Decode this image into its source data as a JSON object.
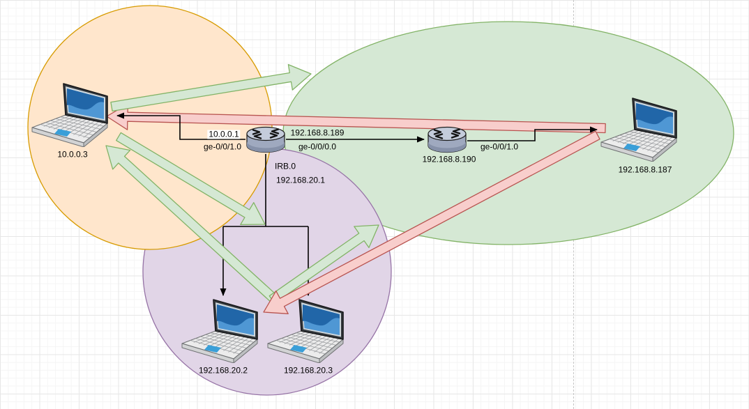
{
  "app": {
    "name": "network-broadcast-diagram"
  },
  "palette": {
    "zone_orange_fill": "#ffe6cc",
    "zone_orange_stroke": "#d79b00",
    "zone_green_fill": "#d5e8d4",
    "zone_green_stroke": "#82b366",
    "zone_purple_fill": "#e1d5e7",
    "zone_purple_stroke": "#9673a6",
    "arrow_green_fill": "#d5e8d4",
    "arrow_green_stroke": "#82b366",
    "arrow_red_fill": "#f8cecc",
    "arrow_red_stroke": "#b85450",
    "link_color": "#000000"
  },
  "nodes": {
    "laptop_top_left": {
      "icon": "laptop-icon",
      "label": "10.0.0.3"
    },
    "laptop_right": {
      "icon": "laptop-icon",
      "label": "192.168.8.187"
    },
    "laptop_bottom_left": {
      "icon": "laptop-icon",
      "label": "192.168.20.2"
    },
    "laptop_bottom_right": {
      "icon": "laptop-icon",
      "label": "192.168.20.3"
    },
    "router_left": {
      "icon": "router-icon"
    },
    "router_right": {
      "icon": "router-icon",
      "label": "192.168.8.190"
    }
  },
  "interfaces": {
    "r1_lan_ip": "10.0.0.1",
    "r1_lan_port": "ge-0/0/1.0",
    "r1_wan_ip": "192.168.8.189",
    "r1_wan_port": "ge-0/0/0.0",
    "r1_irb_name": "IRB.0",
    "r1_irb_ip": "192.168.20.1",
    "r2_lan_port": "ge-0/0/1.0"
  }
}
